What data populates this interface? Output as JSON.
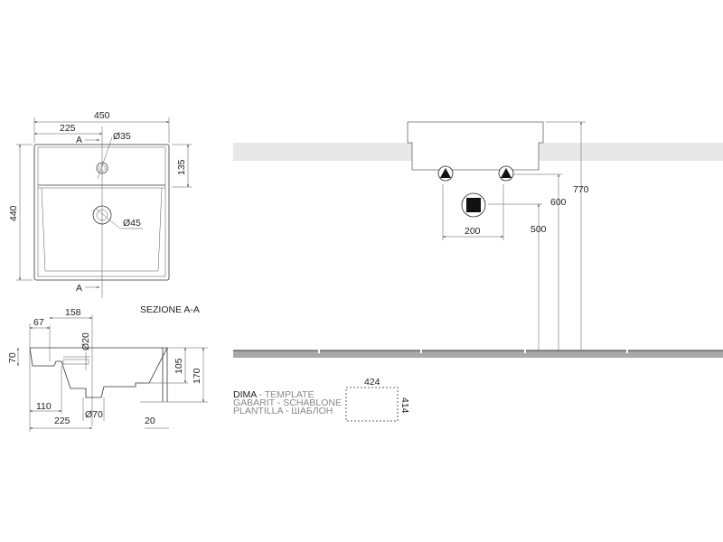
{
  "top_view": {
    "width_total": "450",
    "width_half": "225",
    "section_marker_top": "A",
    "section_marker_bottom": "A",
    "overflow_diameter": "Ø35",
    "drain_diameter": "Ø45",
    "front_depth": "135",
    "depth_total": "440"
  },
  "section_view": {
    "title": "SEZIONE A-A",
    "dim_158": "158",
    "dim_67": "67",
    "dim_diam20": "Ø20",
    "dim_70": "70",
    "dim_105": "105",
    "dim_170": "170",
    "dim_110": "110",
    "dim_225": "225",
    "dim_diam70": "Ø70",
    "dim_20": "20"
  },
  "installation_view": {
    "dim_200": "200",
    "dim_500": "500",
    "dim_600": "600",
    "dim_770": "770"
  },
  "template": {
    "line1_bold": "DIMA",
    "line1_rest": " - TEMPLATE",
    "line2": "GABARIT - SCHABLONE",
    "line3": "PLANTILLA - ШАБЛОН",
    "width": "424",
    "height": "414"
  }
}
